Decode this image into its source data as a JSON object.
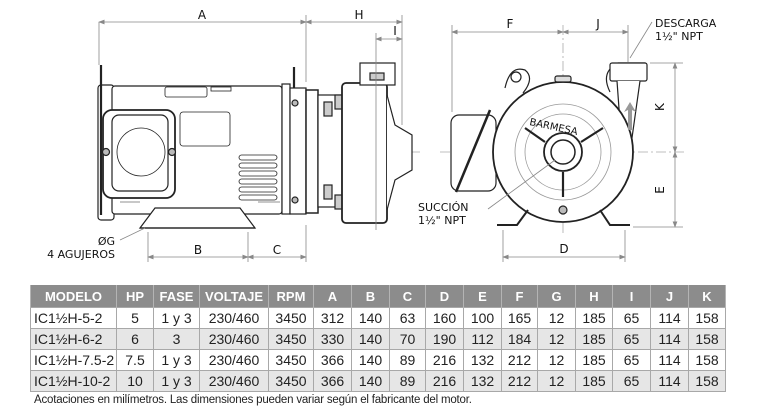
{
  "drawing": {
    "dimension_labels": {
      "A": "A",
      "B": "B",
      "C": "C",
      "D": "D",
      "E": "E",
      "F": "F",
      "H": "H",
      "I": "I",
      "J": "J",
      "K": "K"
    },
    "hole_note_line1": "ØG",
    "hole_note_line2": "4 AGUJEROS",
    "discharge_line1": "DESCARGA",
    "discharge_line2": "1½\"  NPT",
    "suction_line1": "SUCCIÓN",
    "suction_line2": "1½\"  NPT",
    "brand": "BARMESA"
  },
  "table": {
    "headers": [
      "MODELO",
      "HP",
      "FASE",
      "VOLTAJE",
      "RPM",
      "A",
      "B",
      "C",
      "D",
      "E",
      "F",
      "G",
      "H",
      "I",
      "J",
      "K"
    ],
    "rows": [
      [
        "IC1½H-5-2",
        "5",
        "1 y 3",
        "230/460",
        "3450",
        "312",
        "140",
        "63",
        "160",
        "100",
        "165",
        "12",
        "185",
        "65",
        "114",
        "158"
      ],
      [
        "IC1½H-6-2",
        "6",
        "3",
        "230/460",
        "3450",
        "330",
        "140",
        "70",
        "190",
        "112",
        "184",
        "12",
        "185",
        "65",
        "114",
        "158"
      ],
      [
        "IC1½H-7.5-2",
        "7.5",
        "1 y 3",
        "230/460",
        "3450",
        "366",
        "140",
        "89",
        "216",
        "132",
        "212",
        "12",
        "185",
        "65",
        "114",
        "158"
      ],
      [
        "IC1½H-10-2",
        "10",
        "1 y 3",
        "230/460",
        "3450",
        "366",
        "140",
        "89",
        "216",
        "132",
        "212",
        "12",
        "185",
        "65",
        "114",
        "158"
      ]
    ]
  },
  "footnote": "Acotaciones en milímetros. Las dimensiones pueden variar según el fabricante del motor."
}
